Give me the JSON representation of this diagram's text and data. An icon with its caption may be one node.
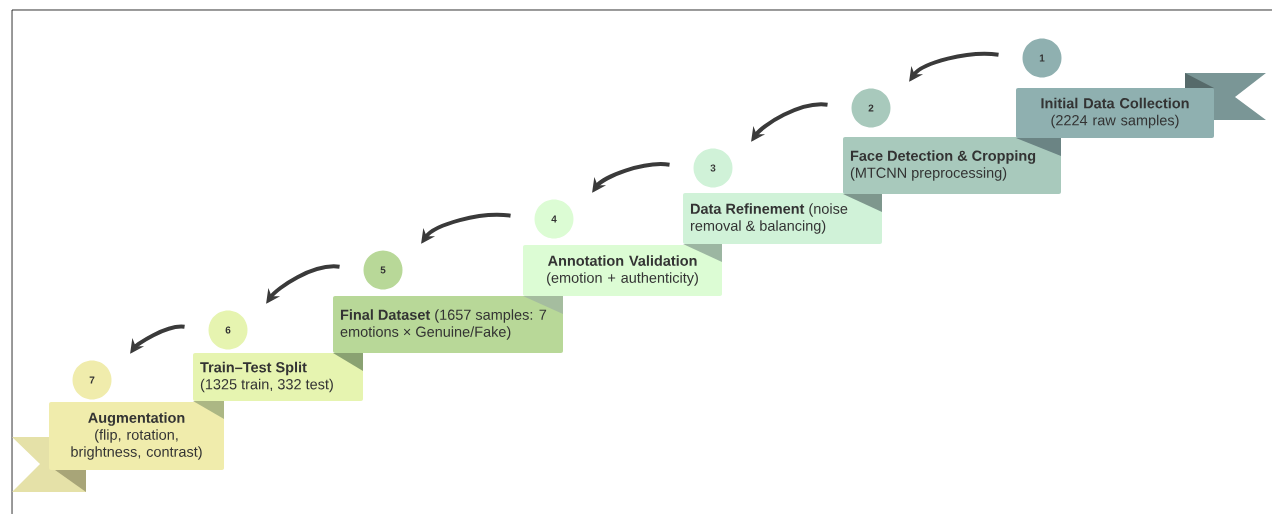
{
  "diagram": {
    "nodes": [
      {
        "text": [
          "1"
        ]
      },
      {
        "text": [
          "Initial Data Collection",
          "(2224 raw samples)"
        ]
      },
      {
        "text": [
          "2"
        ]
      },
      {
        "text": [
          "Face Detection & Cropping",
          "(MTCNN preprocessing)"
        ]
      },
      {
        "text": [
          "3"
        ]
      },
      {
        "text": [
          "**Data Refinement** (noise removal & balancing)"
        ]
      },
      {
        "text": [
          "4"
        ]
      },
      {
        "text": [
          "Annotation Validation",
          "(emotion + authenticity)"
        ]
      },
      {
        "text": [
          "5"
        ]
      },
      {
        "text": [
          "**Final Dataset** (1657 samples: 7 emotions × Genuine/Fake)"
        ]
      },
      {
        "text": [
          "6"
        ]
      },
      {
        "text": [
          "Train–Test Split",
          "(1325 train, 332 test)"
        ]
      },
      {
        "text": [
          "7"
        ]
      },
      {
        "text": [
          "Augmentation",
          "(flip, rotation, brightness, contrast)"
        ]
      }
    ],
    "edges": [
      {
        "from": 0,
        "to": 2,
        "arrow": "to"
      },
      {
        "from": 2,
        "to": 4,
        "arrow": "to"
      },
      {
        "from": 4,
        "to": 6,
        "arrow": "to"
      },
      {
        "from": 6,
        "to": 8,
        "arrow": "to"
      },
      {
        "from": 8,
        "to": 10,
        "arrow": "to"
      },
      {
        "from": 10,
        "to": 12,
        "arrow": "to"
      }
    ]
  }
}
